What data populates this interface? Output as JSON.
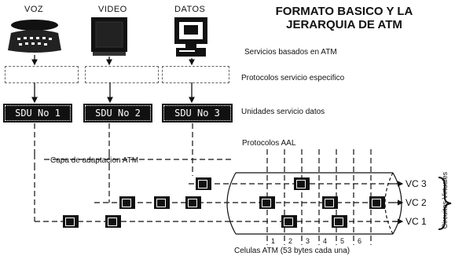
{
  "columns": [
    {
      "label": "VOZ",
      "icon": "telephone-icon"
    },
    {
      "label": "VIDEO",
      "icon": "television-icon"
    },
    {
      "label": "DATOS",
      "icon": "computer-icon"
    }
  ],
  "title_line1": "FORMATO BASICO Y LA",
  "title_line2": "JERARQUIA DE ATM",
  "labels": {
    "servicios": "Servicios basados en ATM",
    "protocolos": "Protocolos servicio especifico",
    "unidades": "Unidades servicio datos",
    "aal": "Protocolos AAL",
    "capa": "Capa de adaptacion ATM",
    "celulas": "Celulas ATM (53 bytes cada una)",
    "circuitos": "Circuitos Virtuales"
  },
  "sdu": [
    "SDU No 1",
    "SDU No 2",
    "SDU No 3"
  ],
  "vc": [
    "VC 3",
    "VC 2",
    "VC 1"
  ],
  "slots": [
    "1",
    "2",
    "3",
    "4",
    "5",
    "6"
  ]
}
